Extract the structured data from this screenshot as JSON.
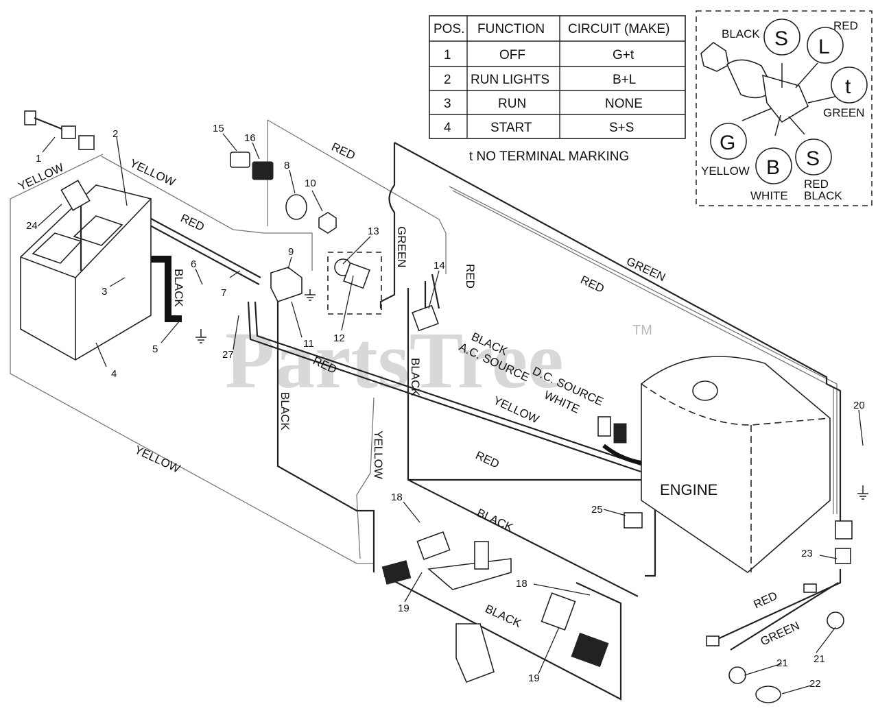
{
  "watermark": {
    "text": "PartsTree",
    "trademark": "TM"
  },
  "table": {
    "headers": [
      "POS.",
      "FUNCTION",
      "CIRCUIT  (MAKE)"
    ],
    "rows": [
      {
        "pos": "1",
        "function": "OFF",
        "circuit": "G+t"
      },
      {
        "pos": "2",
        "function": "RUN LIGHTS",
        "circuit": "B+L"
      },
      {
        "pos": "3",
        "function": "RUN",
        "circuit": "NONE"
      },
      {
        "pos": "4",
        "function": "START",
        "circuit": "S+S"
      }
    ],
    "note": "t  NO TERMINAL MARKING"
  },
  "switch_inset": {
    "terminals": [
      "S",
      "L",
      "t",
      "G",
      "B",
      "S"
    ],
    "labels": [
      "BLACK",
      "RED",
      "GREEN",
      "YELLOW",
      "WHITE",
      "RED",
      "BLACK"
    ]
  },
  "wire_labels": {
    "yellow": "YELLOW",
    "red": "RED",
    "black": "BLACK",
    "green": "GREEN",
    "white": "WHITE",
    "ac_source": "A.C. SOURCE",
    "dc_source": "D.C. SOURCE"
  },
  "engine_label": "ENGINE",
  "part_numbers": [
    "1",
    "2",
    "3",
    "4",
    "5",
    "6",
    "7",
    "8",
    "9",
    "10",
    "11",
    "12",
    "13",
    "14",
    "15",
    "16",
    "18",
    "18",
    "19",
    "19",
    "20",
    "21",
    "21",
    "22",
    "23",
    "24",
    "25",
    "27"
  ]
}
